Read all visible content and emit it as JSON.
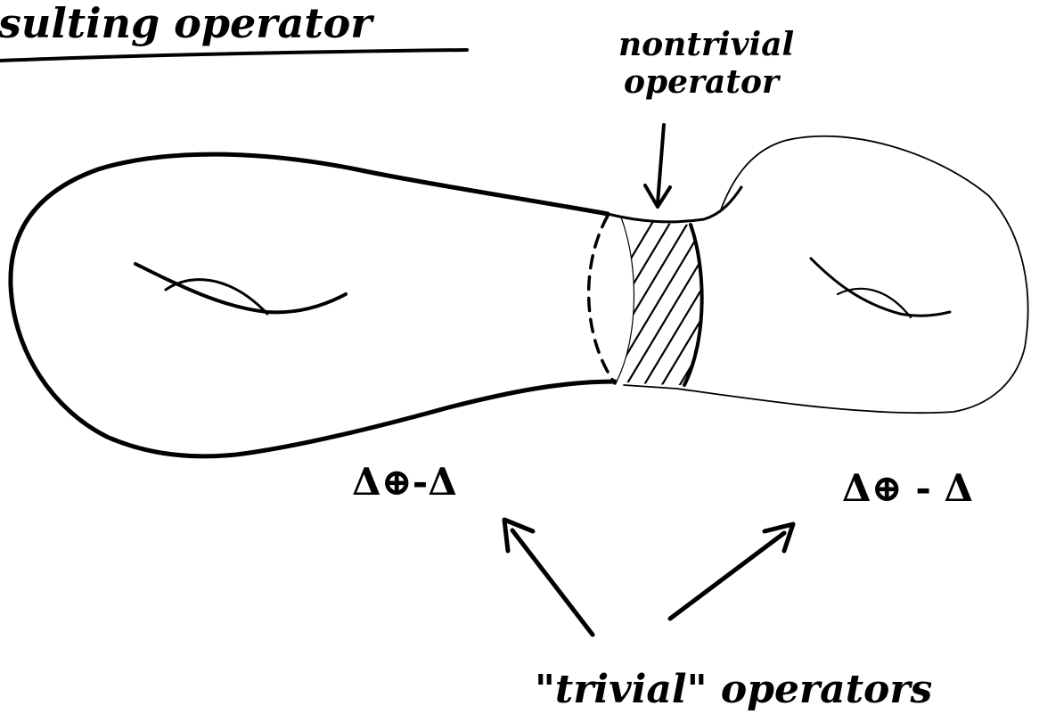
{
  "title": "sulting operator",
  "labels": {
    "nontrivial_line1": "nontrivial",
    "nontrivial_line2": "operator",
    "formula_left": "Δ⊕-Δ",
    "formula_right": "Δ⊕ - Δ",
    "caption": "\"trivial\" operators"
  },
  "colors": {
    "ink": "#000000",
    "paper": "#ffffff"
  }
}
